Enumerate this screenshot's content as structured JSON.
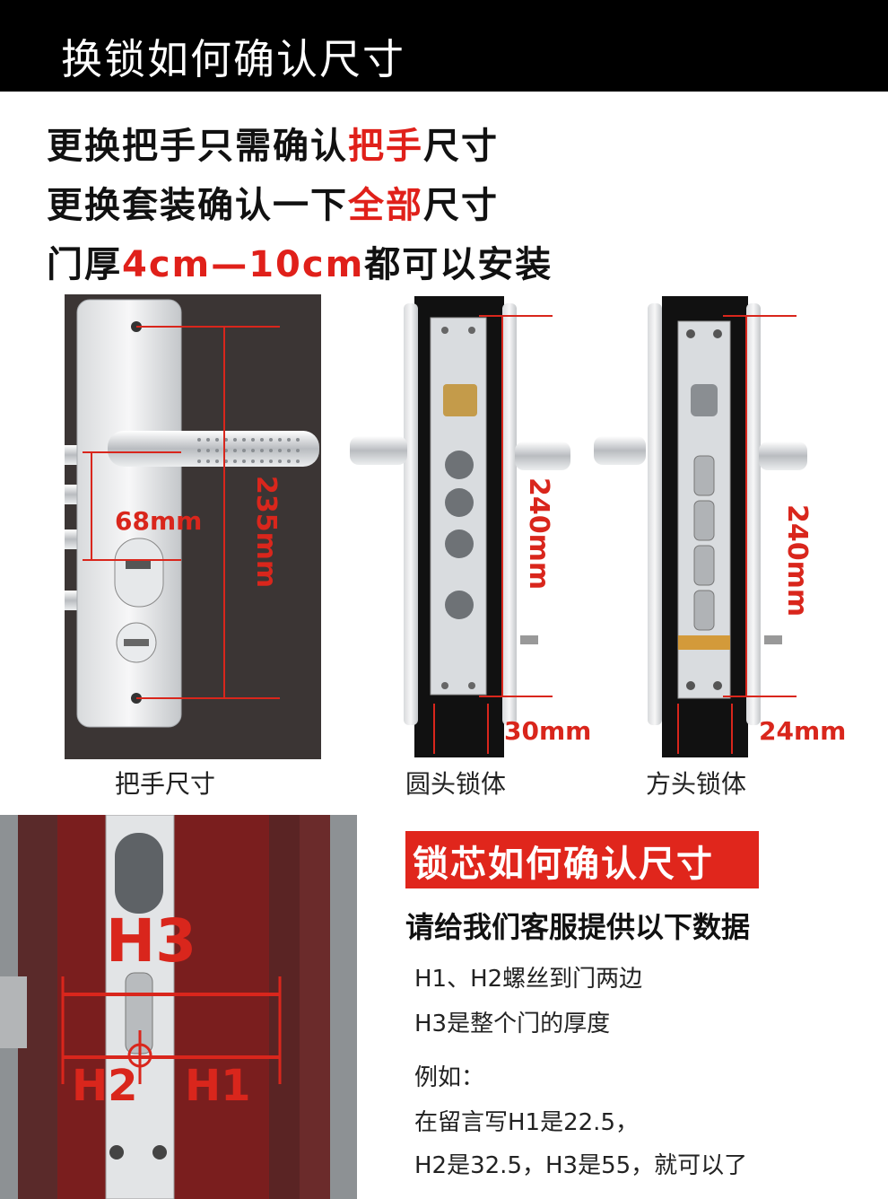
{
  "header": {
    "title": "换锁如何确认尺寸"
  },
  "intro": {
    "line1": {
      "pre": "更换把手只需确认",
      "highlight": "把手",
      "post": "尺寸"
    },
    "line2": {
      "pre": "更换套装确认一下",
      "highlight": "全部",
      "post": "尺寸"
    },
    "line3": {
      "pre": "门厚",
      "highlight": "4cm—10cm",
      "post": "都可以安装"
    }
  },
  "panels": {
    "handle": {
      "caption": "把手尺寸",
      "height_label": "235mm",
      "width_label": "68mm"
    },
    "round": {
      "caption": "圆头锁体",
      "height_label": "240mm",
      "width_label": "30mm"
    },
    "square": {
      "caption": "方头锁体",
      "height_label": "240mm",
      "width_label": "24mm"
    }
  },
  "cylinder": {
    "labels": {
      "h3": "H3",
      "h2": "H2",
      "h1": "H1"
    },
    "title": "锁芯如何确认尺寸",
    "subtitle": "请给我们客服提供以下数据",
    "lines": [
      "H1、H2螺丝到门两边",
      "H3是整个门的厚度",
      "例如：",
      "在留言写H1是22.5，",
      "H2是32.5，H3是55，就可以了"
    ]
  },
  "colors": {
    "accent": "#e0201a",
    "header_bg": "#000000"
  }
}
